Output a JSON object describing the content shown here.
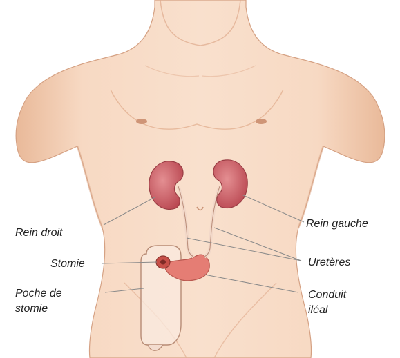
{
  "labels": {
    "right_kidney": "Rein droit",
    "left_kidney": "Rein gauche",
    "stoma": "Stomie",
    "ureters": "Uretères",
    "stoma_pouch": "Poche de\nstomie",
    "ileal_conduit": "Conduit\niléal"
  },
  "colors": {
    "skin": "#f6d4bb",
    "skin_shadow": "#e5b596",
    "outline": "#c58f72",
    "kidney": "#c9545c",
    "kidney_light": "#e0868a",
    "conduit": "#e57d74",
    "pointer": "#8a8a8a"
  }
}
